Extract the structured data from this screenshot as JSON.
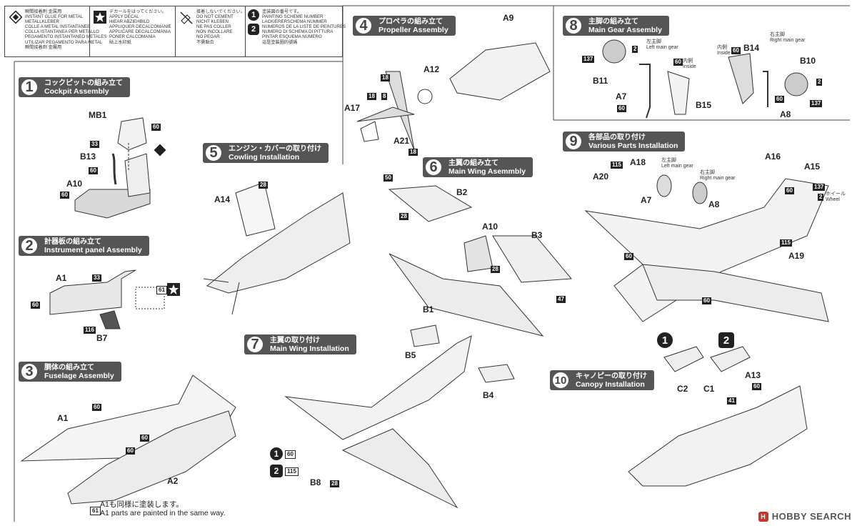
{
  "legend": {
    "glue": [
      "瞬間接着剤 金属用",
      "INSTANT GLUE FOR METAL",
      "METALLKLEBER",
      "COLLE A METAL INSTANTANEE",
      "COLLA ISTANTANEA PER METALLO",
      "PEGAMENTO INSTANTANEO METALES",
      "UTILIZAR PEGAMENTO PARA METAL",
      "瞬間接着劑 金屬用"
    ],
    "decal": [
      "デカールをはってください。",
      "APPLY DECAL",
      "HIEAR ABZIEHBILD",
      "APPLIQUER DECALCOMANIE",
      "APPLICARE DECALCOMANIA",
      "PONER CALCOMANIA",
      "貼上水印紙"
    ],
    "noglue": [
      "接着しないでください。",
      "DO NOT CEMENT",
      "NICHT KLEBEN",
      "NE PAS COLLER",
      "NON INCOLLARE",
      "NO PEGAR",
      "不需黏合"
    ],
    "scheme": [
      "塗装図の番号です。",
      "PAINTING SCHEME NUMBER",
      "LACKIERERSCHEMA NUMMER",
      "NUMEROS DE LA LISTE DE PEINTURES",
      "NUMERO DI SCHEMA DI PITTURA",
      "PINTAR ESQUEMA NUMERO",
      "這是塗裝圖的號碼"
    ]
  },
  "steps": [
    {
      "num": "1",
      "jp": "コックピットの組み立て",
      "en": "Cockpit Assembly"
    },
    {
      "num": "2",
      "jp": "計器板の組み立て",
      "en": "Instrument panel Assembly"
    },
    {
      "num": "3",
      "jp": "胴体の組み立て",
      "en": "Fuselage Assembly"
    },
    {
      "num": "4",
      "jp": "プロペラの組み立て",
      "en": "Propeller Assembly"
    },
    {
      "num": "5",
      "jp": "エンジン・カバーの取り付け",
      "en": "Cowling Installation"
    },
    {
      "num": "6",
      "jp": "主翼の組み立て",
      "en": "Main Wing Asemmbly"
    },
    {
      "num": "7",
      "jp": "主翼の取り付け",
      "en": "Main Wing Installation"
    },
    {
      "num": "8",
      "jp": "主脚の組み立て",
      "en": "Main Gear Assembly"
    },
    {
      "num": "9",
      "jp": "各部品の取り付け",
      "en": "Various Parts Installation"
    },
    {
      "num": "10",
      "jp": "キャノピーの取り付け",
      "en": "Canopy Installation"
    }
  ],
  "parts": {
    "mb1": "MB1",
    "b13": "B13",
    "a10_1": "A10",
    "a1_2": "A1",
    "b7": "B7",
    "a1_3": "A1",
    "a2": "A2",
    "a9": "A9",
    "a12": "A12",
    "a17": "A17",
    "a21": "A21",
    "a14": "A14",
    "b2": "B2",
    "a10_6": "A10",
    "b3": "B3",
    "b1": "B1",
    "b5": "B5",
    "b4": "B4",
    "b8": "B8",
    "b11": "B11",
    "a7_8": "A7",
    "b15": "B15",
    "b14": "B14",
    "b10": "B10",
    "a8_8": "A8",
    "a20": "A20",
    "a18": "A18",
    "a7_9": "A7",
    "a8_9": "A8",
    "a16": "A16",
    "a15": "A15",
    "a19": "A19",
    "c2": "C2",
    "c1": "C1",
    "a13": "A13"
  },
  "paint": {
    "p60a": "60",
    "p33a": "33",
    "p60b": "60",
    "p60c": "60",
    "p60d": "60",
    "p33b": "33",
    "p61a": "61",
    "p116": "116",
    "p60e": "60",
    "p60f": "60",
    "p60g": "60",
    "p61b": "61",
    "p18a": "18",
    "p18b": "18",
    "p8": "8",
    "p18c": "18",
    "p28a": "28",
    "p50": "50",
    "p28b": "28",
    "p28c": "28",
    "p47": "47",
    "p60h": "60",
    "p115a": "115",
    "p28d": "28",
    "p137a": "137",
    "p2a": "2",
    "p60i": "60",
    "p60j": "60",
    "p60k": "60",
    "p60l": "60",
    "p2b": "2",
    "p137b": "137",
    "p115b": "115",
    "p60m": "60",
    "p137c": "137",
    "p2c": "2",
    "p60n": "60",
    "p115c": "115",
    "p60o": "60",
    "p60p": "60",
    "p41": "41"
  },
  "small": {
    "left_gear_jp": "左主脚",
    "left_gear_en": "Left main gear",
    "inside_jp": "内側",
    "inside_en": "Inside",
    "inside_jp2": "内側",
    "inside_en2": "Inside",
    "right_gear_jp": "右主脚",
    "right_gear_en": "Right main gear",
    "left_gear_jp9": "左主脚",
    "left_gear_en9": "Left main gear",
    "right_gear_jp9": "右主脚",
    "right_gear_en9": "Right main gear",
    "wheel_jp": "ホイール",
    "wheel_en": "Wheel"
  },
  "note": {
    "jp": "A1も同様に塗装します。",
    "en": "A1 parts are painted in the same way."
  },
  "scheme_badges": {
    "s1": "1",
    "s2": "2",
    "s1b": "1",
    "s2b": "2"
  },
  "watermark": {
    "icon": "H",
    "text": "HOBBY SEARCH"
  }
}
